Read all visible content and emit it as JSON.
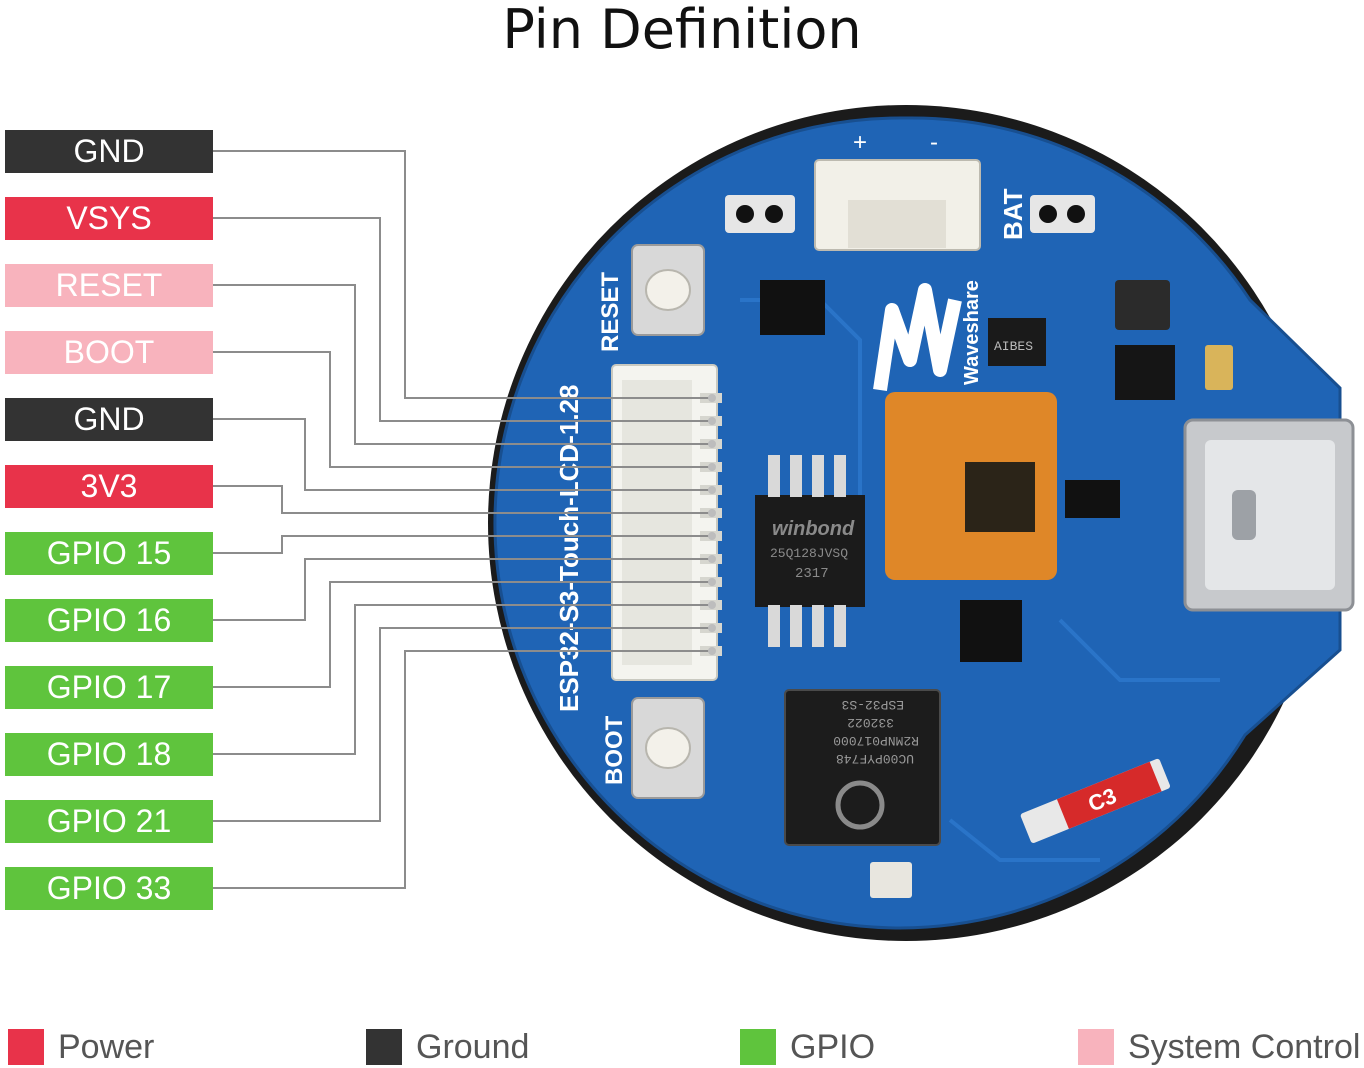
{
  "title": "Pin Definition",
  "pins": [
    {
      "label": "GND",
      "category": "ground"
    },
    {
      "label": "VSYS",
      "category": "power"
    },
    {
      "label": "RESET",
      "category": "system"
    },
    {
      "label": "BOOT",
      "category": "system"
    },
    {
      "label": "GND",
      "category": "ground"
    },
    {
      "label": "3V3",
      "category": "power"
    },
    {
      "label": "GPIO 15",
      "category": "gpio"
    },
    {
      "label": "GPIO 16",
      "category": "gpio"
    },
    {
      "label": "GPIO 17",
      "category": "gpio"
    },
    {
      "label": "GPIO 18",
      "category": "gpio"
    },
    {
      "label": "GPIO 21",
      "category": "gpio"
    },
    {
      "label": "GPIO 33",
      "category": "gpio"
    }
  ],
  "board": {
    "name": "ESP32-S3-Touch-LCD-1.28",
    "reset_label": "RESET",
    "boot_label": "BOOT",
    "bat_label": "BAT",
    "bat_plus": "+",
    "bat_minus": "-",
    "brand": "Waveshare",
    "flash_chip": [
      "winbond",
      "25Q128JVSQ",
      "2317"
    ],
    "mcu_chip": [
      "UC00PYF748",
      "R2MNP017000",
      "332022",
      "ESP32-S3"
    ],
    "cap_label": "C3",
    "ic_label": "AIBES"
  },
  "legend": [
    {
      "label": "Power",
      "color": "#e8334a"
    },
    {
      "label": "Ground",
      "color": "#333333"
    },
    {
      "label": "GPIO",
      "color": "#5fc43d"
    },
    {
      "label": "System Control",
      "color": "#f8b3bd"
    }
  ],
  "colors": {
    "ground": "#333333",
    "power": "#e8334a",
    "system": "#f8b3bd",
    "gpio": "#5fc43d",
    "pcb": "#1f64b5"
  }
}
